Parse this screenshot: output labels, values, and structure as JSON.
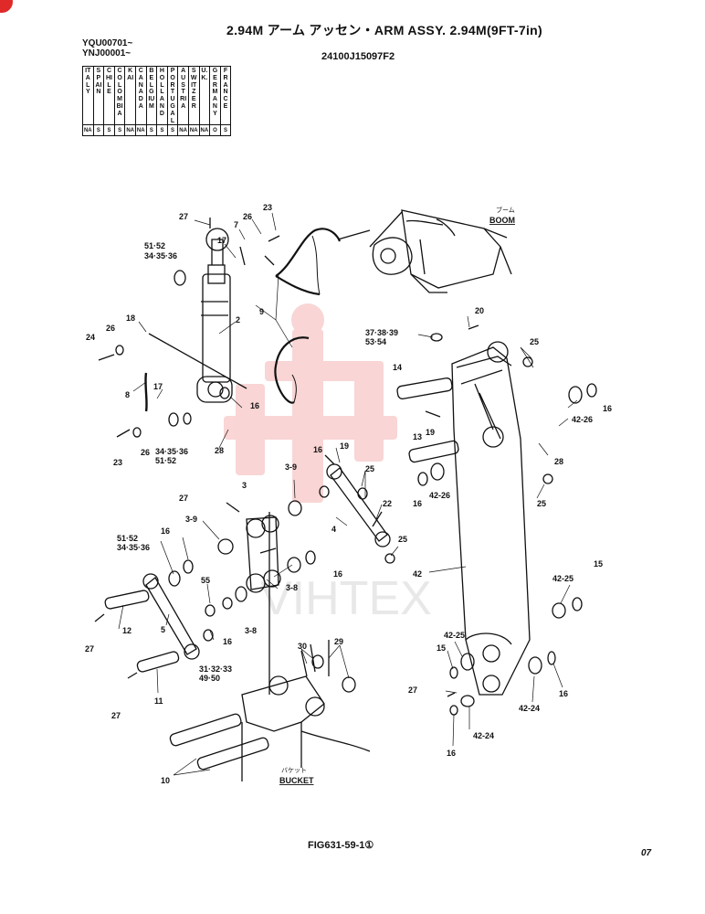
{
  "header": {
    "title": "2.94M アーム アッセン・ARM ASSY. 2.94M(9FT-7in)",
    "serial_a": "YQU00701~",
    "serial_b": "YNJ00001~",
    "part_number": "24100J15097F2"
  },
  "countries": [
    {
      "name": "ITALY",
      "code": "NA"
    },
    {
      "name": "SPAIN",
      "code": "S"
    },
    {
      "name": "CHILE",
      "code": "S"
    },
    {
      "name": "COLOMBIA",
      "code": "S"
    },
    {
      "name": "KAI",
      "code": "NA"
    },
    {
      "name": "CANADA",
      "code": "NA"
    },
    {
      "name": "BELGIUM",
      "code": "S"
    },
    {
      "name": "HOLLAND",
      "code": "S"
    },
    {
      "name": "PORTUGAL",
      "code": "S"
    },
    {
      "name": "AUSTRIA",
      "code": "NA"
    },
    {
      "name": "SWITZER",
      "code": "NA"
    },
    {
      "name": "U.K.",
      "code": "NA"
    },
    {
      "name": "GERMANY",
      "code": "O"
    },
    {
      "name": "FRANCE",
      "code": "S"
    }
  ],
  "labels": {
    "boom_jp": "ブーム",
    "boom": "BOOM",
    "bucket_jp": "バケット",
    "bucket": "BUCKET",
    "watermark": "VIHTEX",
    "figure": "FIG631-59-1①",
    "page": "07"
  },
  "callouts": {
    "c27a": "27",
    "c26a": "26",
    "c23a": "23",
    "c7": "7",
    "c17a": "17",
    "c5152a": "51·52",
    "c3435a": "34·35·36",
    "c9": "9",
    "c2": "2",
    "c18": "18",
    "c26b": "26",
    "c24": "24",
    "c8": "8",
    "c17b": "17",
    "c16a": "16",
    "c23b": "23",
    "c26c": "26",
    "c3435b": "34·35·36",
    "c5152b": "51·52",
    "c28a": "28",
    "c20": "20",
    "c3739": "37·38·39",
    "c5354": "53·54",
    "c25a": "25",
    "c14": "14",
    "c19a": "19",
    "c16b": "16",
    "c4226a": "42-26",
    "c13": "13",
    "c28b": "28",
    "c16c": "16",
    "c19b": "19",
    "c25b": "25",
    "c16d": "16",
    "c4226b": "42-26",
    "c25c": "25",
    "c39a": "3-9",
    "c3": "3",
    "c27b": "27",
    "c22": "22",
    "c4": "4",
    "c39b": "3-9",
    "c5152c": "51·52",
    "c3435c": "34·35·36",
    "c16e": "16",
    "c25d": "25",
    "c42": "42",
    "c16f": "16",
    "c38a": "3-8",
    "c55": "55",
    "c4225a": "42-25",
    "c15a": "15",
    "c12": "12",
    "c5": "5",
    "c16g": "16",
    "c38b": "3-8",
    "c27c": "27",
    "c3133": "31·32·33",
    "c4950": "49·50",
    "c30": "30",
    "c29": "29",
    "c4225b": "42-25",
    "c15b": "15",
    "c27d": "27",
    "c11": "11",
    "c27e": "27",
    "c16h": "16",
    "c4224a": "42-24",
    "c16i": "16",
    "c4224b": "42-24",
    "c10": "10"
  },
  "colors": {
    "ink": "#111111",
    "watermark_red": "#e64545",
    "corner_mark": "#e02a2a"
  }
}
